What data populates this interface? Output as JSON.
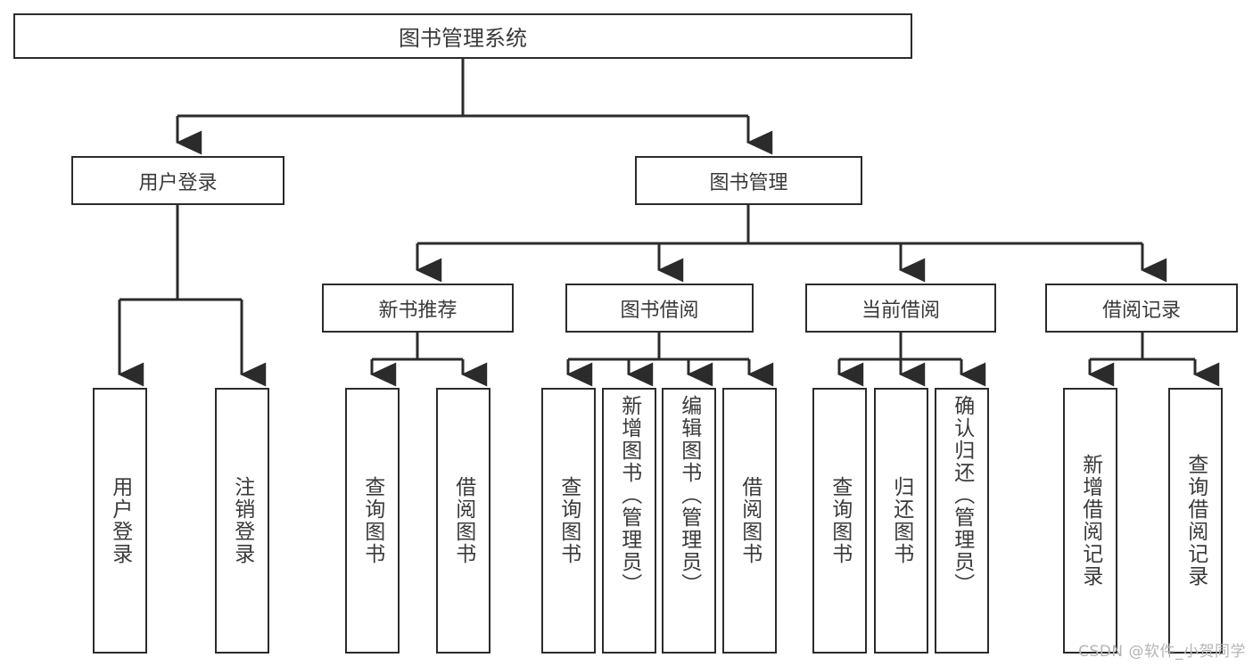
{
  "diagram": {
    "type": "tree",
    "title": "图书管理系统",
    "watermark": "CSDN @软件_小贺同学",
    "colors": {
      "border": "#2b2b2b",
      "text": "#3a3a3a",
      "background": "#ffffff",
      "watermark": "#b4b4b4"
    },
    "root": {
      "label": "图书管理系统"
    },
    "level1": [
      {
        "label": "用户登录"
      },
      {
        "label": "图书管理"
      }
    ],
    "level2": [
      {
        "label": "新书推荐"
      },
      {
        "label": "图书借阅"
      },
      {
        "label": "当前借阅"
      },
      {
        "label": "借阅记录"
      }
    ],
    "leaves": {
      "user_login": [
        {
          "label": "用户登录"
        },
        {
          "label": "注销登录"
        }
      ],
      "new_book": [
        {
          "label": "查询图书"
        },
        {
          "label": "借阅图书"
        }
      ],
      "borrow_book": [
        {
          "label": "查询图书"
        },
        {
          "label": "新增图书（管理员）"
        },
        {
          "label": "编辑图书（管理员）"
        },
        {
          "label": "借阅图书"
        }
      ],
      "current_borrow": [
        {
          "label": "查询图书"
        },
        {
          "label": "归还图书"
        },
        {
          "label": "确认归还（管理员）"
        }
      ],
      "borrow_record": [
        {
          "label": "新增借阅记录"
        },
        {
          "label": "查询借阅记录"
        }
      ]
    }
  }
}
